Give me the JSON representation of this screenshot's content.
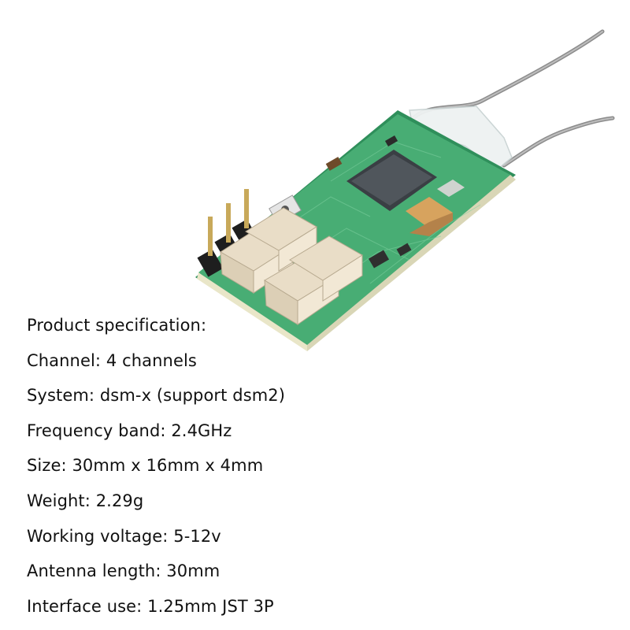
{
  "heading": "Product specification:",
  "specs": [
    "Channel: 4 channels",
    "System: dsm-x (support dsm2)",
    "Frequency band: 2.4GHz",
    "Size: 30mm x 16mm x 4mm",
    "Weight: 2.29g",
    "Working voltage: 5-12v",
    "Antenna length: 30mm",
    "Interface use: 1.25mm JST 3P"
  ],
  "colors": {
    "background": "#ffffff",
    "pcb": "#3fa66e",
    "antenna": "#9a9a9a",
    "text": "#111111"
  }
}
